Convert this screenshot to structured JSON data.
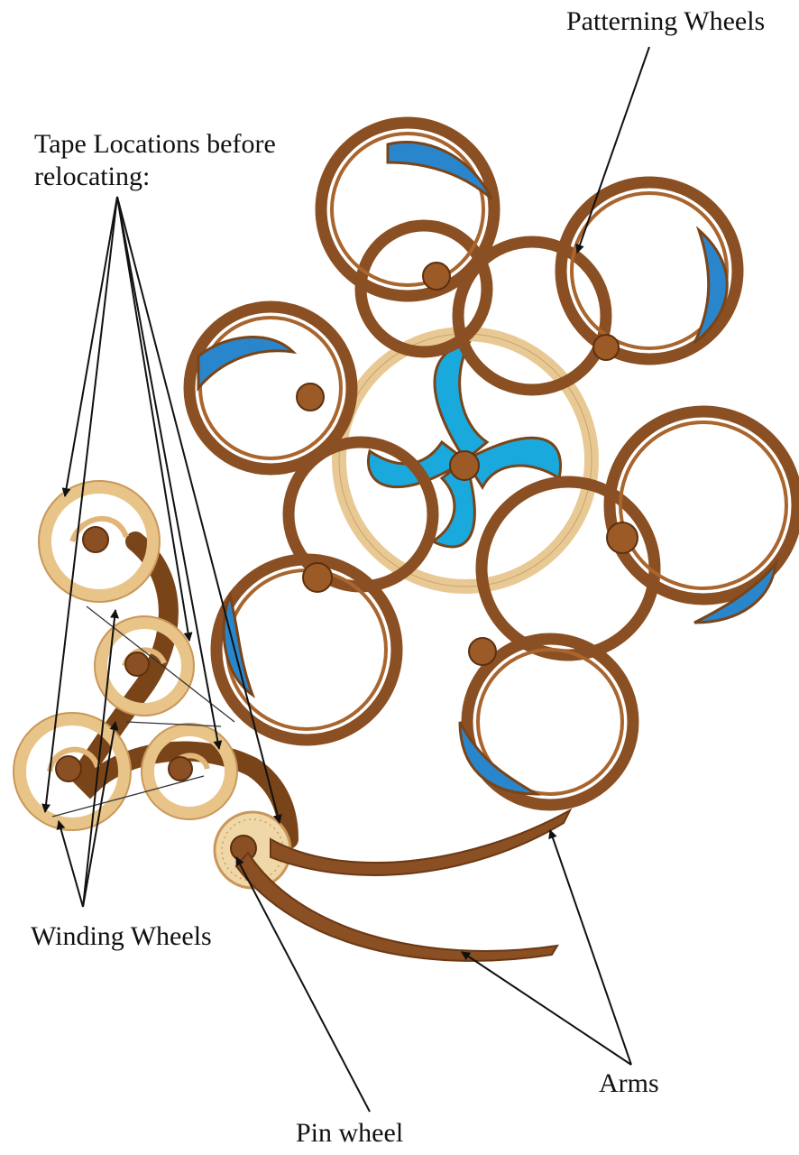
{
  "labels": {
    "patterning_wheels": "Patterning Wheels",
    "tape_locations": "Tape Locations before relocating:",
    "winding_wheels": "Winding Wheels",
    "arms": "Arms",
    "pin_wheel": "Pin wheel"
  },
  "colors": {
    "walnut": "#8a4f22",
    "walnut_dark": "#6b3814",
    "maple": "#f0cd94",
    "maple_dark": "#d9a663",
    "blue_inner": "#19a9dd",
    "blue_outer": "#2a86cc",
    "arrow": "#111111"
  }
}
